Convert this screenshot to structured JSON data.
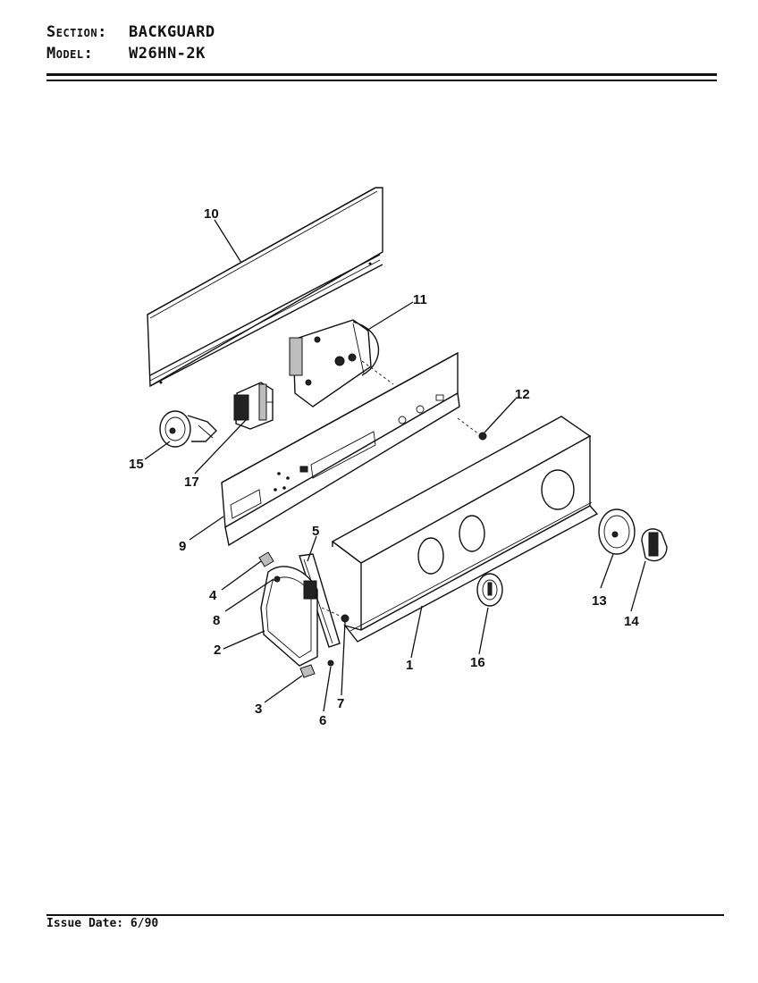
{
  "header": {
    "section_key": "Section:",
    "section_value": "BACKGUARD",
    "model_key": "Model:",
    "model_value": "W26HN-2K"
  },
  "footer": {
    "issue_date": "Issue Date: 6/90"
  },
  "callouts": [
    "10",
    "11",
    "12",
    "15",
    "17",
    "9",
    "5",
    "4",
    "8",
    "2",
    "3",
    "6",
    "7",
    "1",
    "16",
    "13",
    "14"
  ]
}
